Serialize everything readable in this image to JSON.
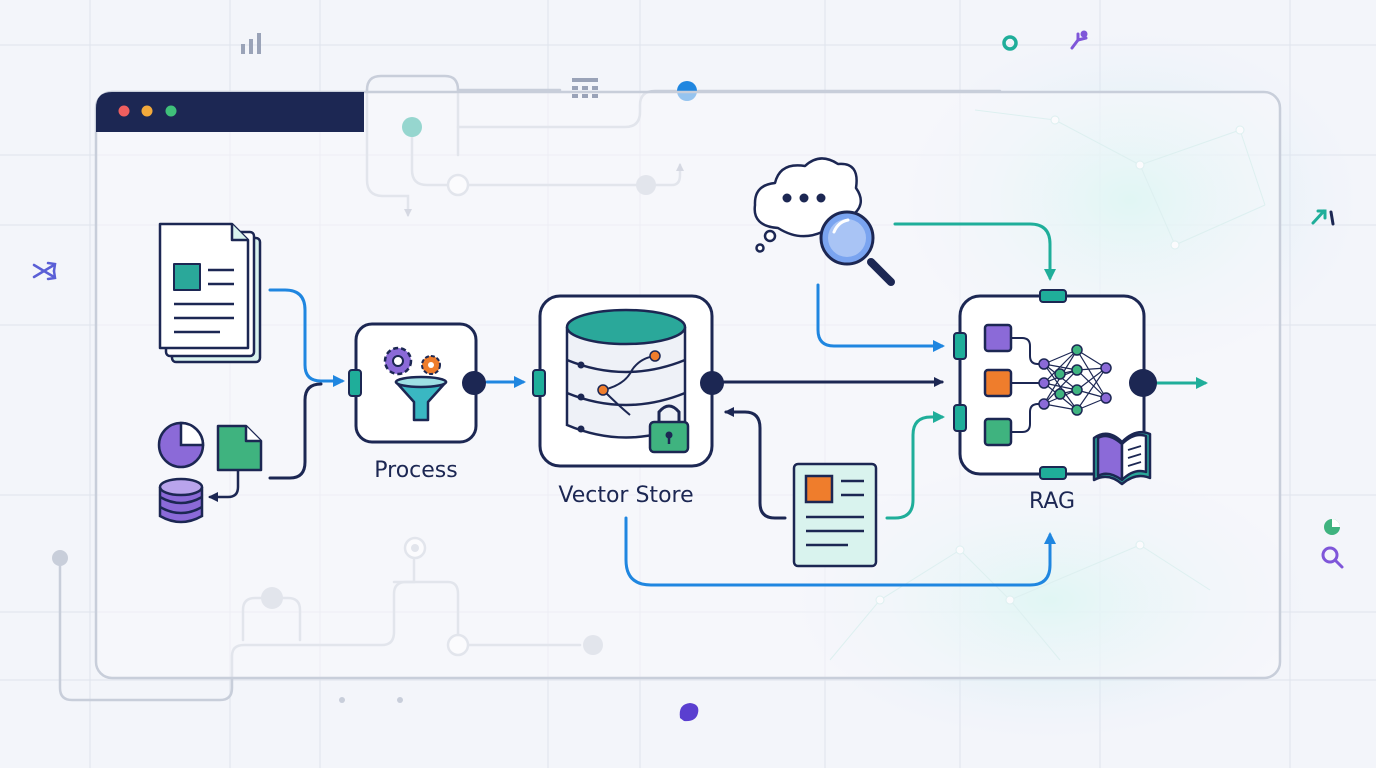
{
  "labels": {
    "process": "Process",
    "vector_store": "Vector Store",
    "rag": "RAG"
  },
  "nodes": [
    {
      "id": "source-documents",
      "icon": "document-stack-icon"
    },
    {
      "id": "structured-data",
      "icon": "chart-database-icon"
    },
    {
      "id": "process",
      "icon": "gears-funnel-icon"
    },
    {
      "id": "vector-store",
      "icon": "database-lock-icon"
    },
    {
      "id": "query",
      "icon": "thought-bubble-magnifier-icon"
    },
    {
      "id": "retrieved-context",
      "icon": "document-icon"
    },
    {
      "id": "rag",
      "icon": "neural-network-book-icon"
    }
  ],
  "edges": [
    {
      "from": "source-documents",
      "to": "process"
    },
    {
      "from": "structured-data",
      "to": "process"
    },
    {
      "from": "process",
      "to": "vector-store"
    },
    {
      "from": "vector-store",
      "to": "rag"
    },
    {
      "from": "query",
      "to": "rag"
    },
    {
      "from": "retrieved-context",
      "to": "vector-store"
    },
    {
      "from": "retrieved-context",
      "to": "rag"
    },
    {
      "from": "vector-store",
      "to": "rag",
      "via": "bottom"
    },
    {
      "from": "rag",
      "to": "output"
    }
  ],
  "colors": {
    "background": "#f3f5fa",
    "navy": "#1c2753",
    "blue": "#1f86e0",
    "teal": "#1fae9a",
    "purple": "#7f56d9",
    "orange": "#ef7d2c",
    "green": "#3fb37f",
    "grid_line": "#c8ceda"
  }
}
